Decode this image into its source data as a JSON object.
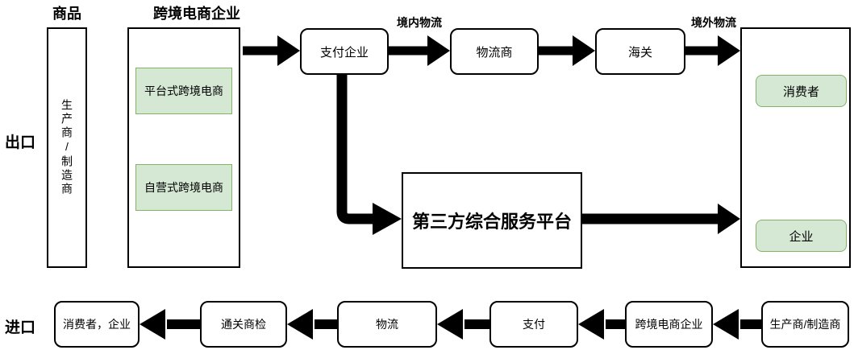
{
  "colors": {
    "green_fill": "#d5e8d4",
    "green_border": "#82b366",
    "box_border": "#000000",
    "arrow": "#000000"
  },
  "labels": {
    "goods": "商品",
    "cbe_companies": "跨境电商企业",
    "export": "出口",
    "import": "进口",
    "domestic_logistics": "境内物流",
    "overseas_logistics": "境外物流"
  },
  "export_flow": {
    "producer": "生产商/制造商",
    "platform_type": "平台式跨境电商",
    "self_operated_type": "自营式跨境电商",
    "payment_company": "支付企业",
    "logistics_provider": "物流商",
    "customs": "海关",
    "third_party_platform": "第三方综合服务平台",
    "consumer": "消费者",
    "enterprise": "企业"
  },
  "import_flow": {
    "consumer_enterprise": "消费者，企业",
    "customs_inspection": "通关商检",
    "logistics": "物流",
    "payment": "支付",
    "cbe_company": "跨境电商企业",
    "producer": "生产商/制造商"
  }
}
